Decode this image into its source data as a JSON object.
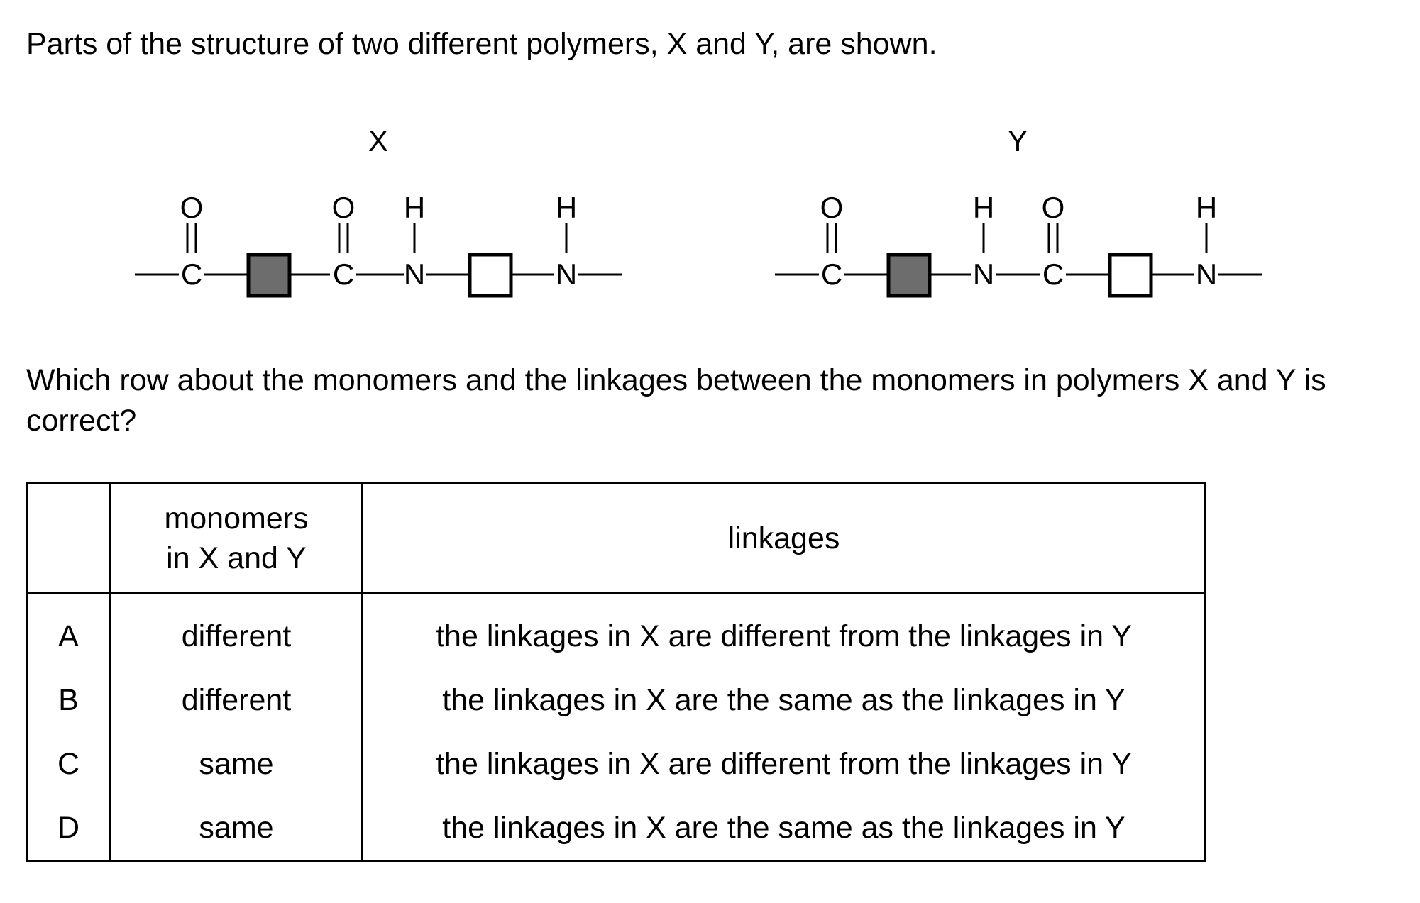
{
  "intro": "Parts of the structure of two different polymers, X and Y, are shown.",
  "structures": {
    "x_label": "X",
    "y_label": "Y",
    "atoms": {
      "oxygen": "O",
      "hydrogen": "H",
      "carbon": "C",
      "nitrogen": "N"
    }
  },
  "question": "Which row about the monomers and the linkages between the monomers in polymers X and Y is correct?",
  "table": {
    "header_monomers_line1": "monomers",
    "header_monomers_line2": "in X and Y",
    "header_linkages": "linkages",
    "rows": [
      {
        "letter": "A",
        "monomers": "different",
        "linkages": "the linkages in X are different from the linkages in Y"
      },
      {
        "letter": "B",
        "monomers": "different",
        "linkages": "the linkages in X are the same as the linkages in Y"
      },
      {
        "letter": "C",
        "monomers": "same",
        "linkages": "the linkages in X are different from the linkages in Y"
      },
      {
        "letter": "D",
        "monomers": "same",
        "linkages": "the linkages in X are the same as the linkages in Y"
      }
    ]
  },
  "colors": {
    "filled_block": "#6d6d6d",
    "line": "#000000"
  }
}
